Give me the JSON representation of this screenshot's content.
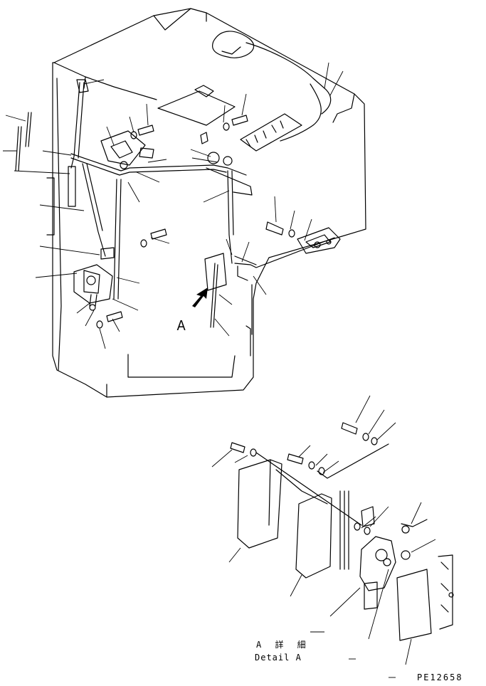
{
  "view_marker": "A",
  "detail_caption_jp": "A 詳 細",
  "detail_caption_en": "Detail A",
  "drawing_number": "PE12658"
}
